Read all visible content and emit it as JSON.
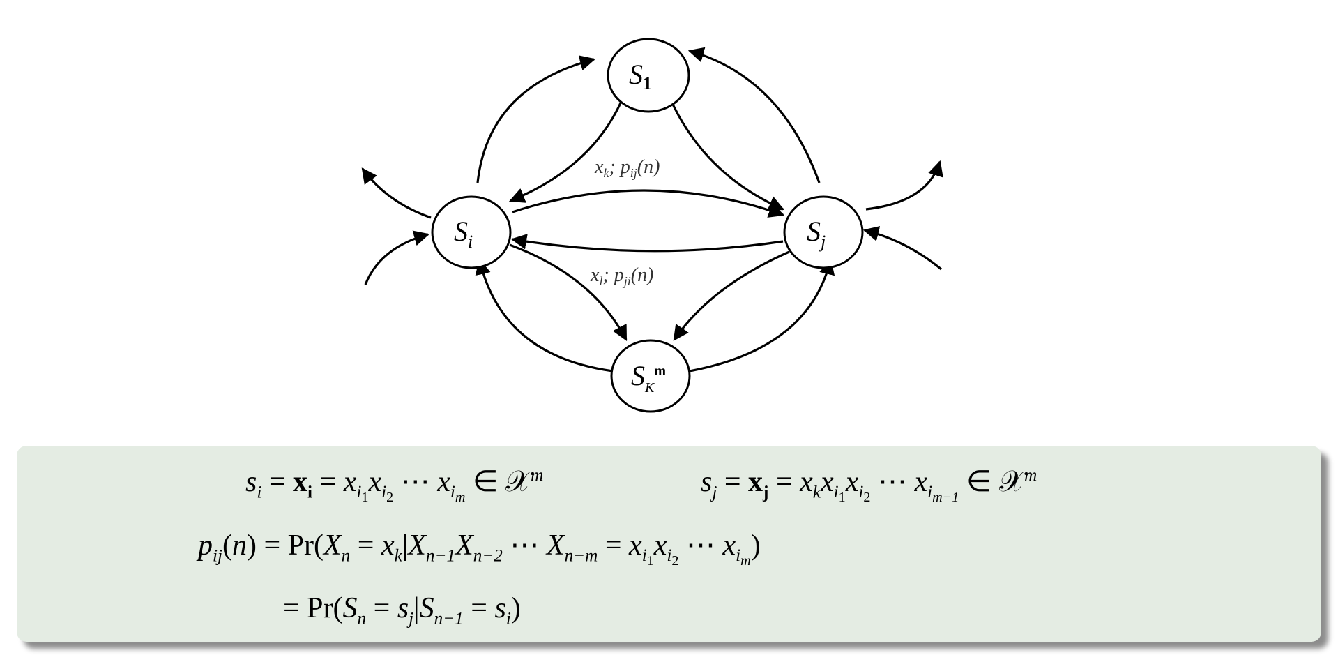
{
  "diagram": {
    "nodes": {
      "s1": {
        "base": "S",
        "sub": "1"
      },
      "si": {
        "base": "S",
        "sub": "i"
      },
      "sj": {
        "base": "S",
        "sub": "j"
      },
      "sk": {
        "base": "S",
        "sub": "K",
        "sup": "m"
      }
    },
    "edge_labels": {
      "upper": {
        "x": "x",
        "xsub": "k",
        "sep": "; ",
        "p": "p",
        "psub": "ij",
        "arg": "(n)"
      },
      "lower": {
        "x": "x",
        "xsub": "l",
        "sep": "; ",
        "p": "p",
        "psub": "ji",
        "arg": "(n)"
      }
    }
  },
  "equations": {
    "line1_left": [
      {
        "t": "s",
        "s": "i",
        "sub": "i"
      },
      {
        "t": " = "
      },
      {
        "t": "x",
        "s": "b",
        "sub": "i",
        "subs": "b"
      },
      {
        "t": " = "
      },
      {
        "t": "x",
        "s": "i",
        "sub": "i",
        "subsub": "1"
      },
      {
        "t": "x",
        "s": "i",
        "sub": "i",
        "subsub": "2"
      },
      {
        "t": " ⋯ "
      },
      {
        "t": "x",
        "s": "i",
        "sub": "i",
        "subsub": "m"
      },
      {
        "t": " ∈ "
      },
      {
        "t": "𝒳",
        "sup": "m"
      }
    ],
    "line1_right": [
      {
        "t": "s",
        "s": "i",
        "sub": "j"
      },
      {
        "t": " = "
      },
      {
        "t": "x",
        "s": "b",
        "sub": "j",
        "subs": "b"
      },
      {
        "t": " = "
      },
      {
        "t": "x",
        "s": "i",
        "sub": "k"
      },
      {
        "t": "x",
        "s": "i",
        "sub": "i",
        "subsub": "1"
      },
      {
        "t": "x",
        "s": "i",
        "sub": "i",
        "subsub": "2"
      },
      {
        "t": " ⋯ "
      },
      {
        "t": "x",
        "s": "i",
        "sub": "i",
        "subsub": "m−1"
      },
      {
        "t": " ∈ "
      },
      {
        "t": "𝒳",
        "sup": "m"
      }
    ],
    "line2": [
      {
        "t": "p",
        "s": "i",
        "sub": "ij"
      },
      {
        "t": "("
      },
      {
        "t": "n",
        "s": "i"
      },
      {
        "t": ") = Pr("
      },
      {
        "t": "X",
        "s": "i",
        "sub": "n"
      },
      {
        "t": " = "
      },
      {
        "t": "x",
        "s": "i",
        "sub": "k"
      },
      {
        "t": "|"
      },
      {
        "t": "X",
        "s": "i",
        "sub": "n−1"
      },
      {
        "t": "X",
        "s": "i",
        "sub": "n−2"
      },
      {
        "t": " ⋯ "
      },
      {
        "t": "X",
        "s": "i",
        "sub": "n−m"
      },
      {
        "t": " = "
      },
      {
        "t": "x",
        "s": "i",
        "sub": "i",
        "subsub": "1"
      },
      {
        "t": "x",
        "s": "i",
        "sub": "i",
        "subsub": "2"
      },
      {
        "t": " ⋯ "
      },
      {
        "t": "x",
        "s": "i",
        "sub": "i",
        "subsub": "m"
      },
      {
        "t": ")"
      }
    ],
    "line3": [
      {
        "t": "= Pr("
      },
      {
        "t": "S",
        "s": "i",
        "sub": "n"
      },
      {
        "t": " = "
      },
      {
        "t": "s",
        "s": "i",
        "sub": "j"
      },
      {
        "t": "|"
      },
      {
        "t": "S",
        "s": "i",
        "sub": "n−1"
      },
      {
        "t": " = "
      },
      {
        "t": "s",
        "s": "i",
        "sub": "i"
      },
      {
        "t": ")"
      }
    ]
  }
}
